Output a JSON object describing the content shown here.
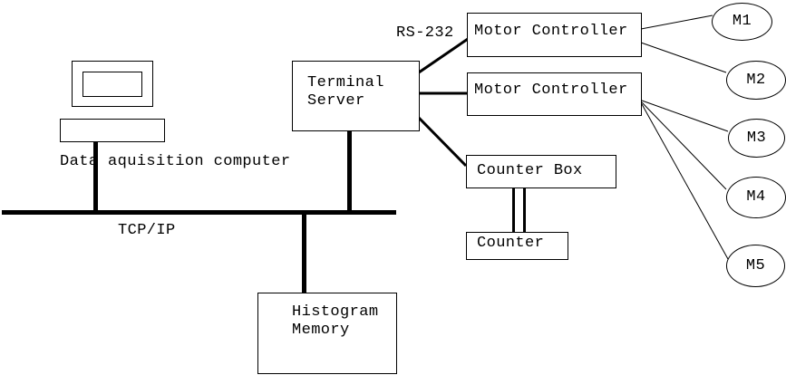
{
  "colors": {
    "ink": "#000000",
    "background": "#ffffff"
  },
  "labels": {
    "computer": "Data aquisition computer",
    "network": "TCP/IP",
    "serial": "RS-232"
  },
  "nodes": {
    "terminal_server": "Terminal\nServer",
    "motor_controller_1": "Motor Controller",
    "motor_controller_2": "Motor Controller",
    "counter_box": "Counter Box",
    "counter": "Counter",
    "histogram_memory": "Histogram\nMemory"
  },
  "motors": [
    "M1",
    "M2",
    "M3",
    "M4",
    "M5"
  ]
}
